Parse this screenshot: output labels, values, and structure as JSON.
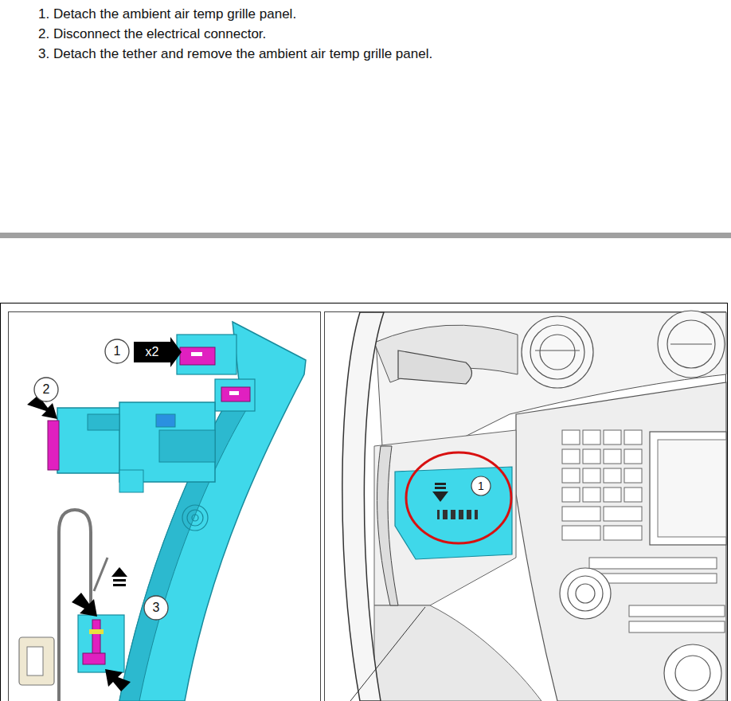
{
  "diagram": {
    "labels": [
      "1. Detach the ambient air temp grille panel.",
      "2. Disconnect the electrical connector.",
      "3. Detach the tether and remove the ambient air temp grille panel.",
      "1",
      "x2",
      "2",
      "3",
      "1"
    ]
  }
}
